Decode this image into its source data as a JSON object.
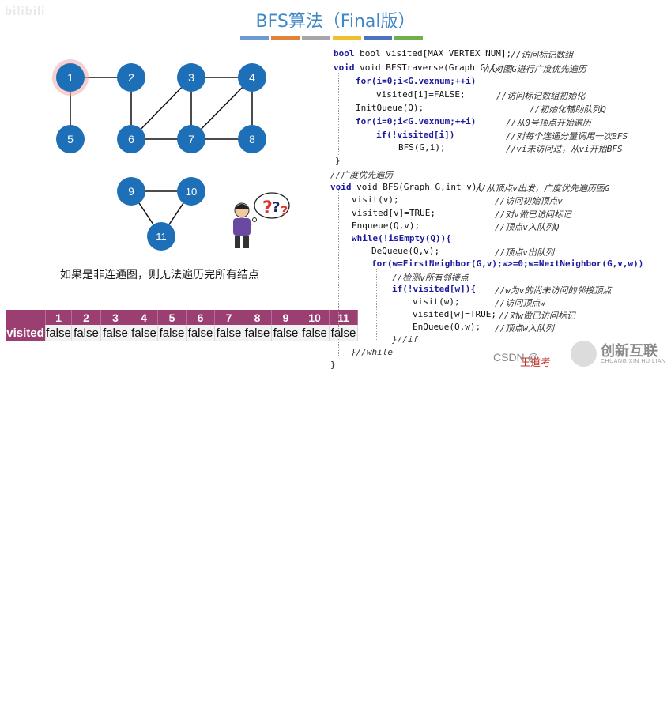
{
  "watermark_top": "bilibili",
  "title": "BFS算法（Final版）",
  "stripe_colors": [
    "#6b9bd2",
    "#e2823a",
    "#a6a6a6",
    "#f0bf2c",
    "#4a73c2",
    "#6fb04a"
  ],
  "graph": {
    "nodes": [
      "1",
      "2",
      "3",
      "4",
      "5",
      "6",
      "7",
      "8",
      "9",
      "10",
      "11"
    ],
    "highlight_node": "1",
    "node_color": "#1d70b8",
    "highlight_glow": "#f2a0a0"
  },
  "caption": "如果是非连通图，则无法遍历完所有结点",
  "visited_table": {
    "row_label": "visited",
    "indices": [
      "1",
      "2",
      "3",
      "4",
      "5",
      "6",
      "7",
      "8",
      "9",
      "10",
      "11"
    ],
    "values": [
      "false",
      "false",
      "false",
      "false",
      "false",
      "false",
      "false",
      "false",
      "false",
      "false",
      "false"
    ]
  },
  "code": {
    "l1": "bool visited[MAX_VERTEX_NUM];",
    "l1c": "//访问标记数组",
    "l2": "void BFSTraverse(Graph G){",
    "l2c": "//对图G进行广度优先遍历",
    "l3": "for(i=0;i<G.vexnum;++i)",
    "l4": "visited[i]=FALSE;",
    "l4c": "//访问标记数组初始化",
    "l5": "InitQueue(Q);",
    "l5c": "//初始化辅助队列Q",
    "l6": "for(i=0;i<G.vexnum;++i)",
    "l6c": "//从0号顶点开始遍历",
    "l7": "if(!visited[i])",
    "l7c": "//对每个连通分量调用一次BFS",
    "l8": "BFS(G,i);",
    "l8c": "//vi未访问过，从vi开始BFS",
    "l9": "}",
    "l10": "//广度优先遍历",
    "l11": "void BFS(Graph G,int v){",
    "l11c": "//从顶点v出发，广度优先遍历图G",
    "l12": "visit(v);",
    "l12c": "//访问初始顶点v",
    "l13": "visited[v]=TRUE;",
    "l13c": "//对v做已访问标记",
    "l14": "Enqueue(Q,v);",
    "l14c": "//顶点v入队列Q",
    "l15": "while(!isEmpty(Q)){",
    "l16": "DeQueue(Q,v);",
    "l16c": "//顶点v出队列",
    "l17": "for(w=FirstNeighbor(G,v);w>=0;w=NextNeighbor(G,v,w))",
    "l18": "//检测v所有邻接点",
    "l19": "if(!visited[w]){",
    "l19c": "//w为v的尚未访问的邻接顶点",
    "l20": "visit(w);",
    "l20c": "//访问顶点w",
    "l21": "visited[w]=TRUE;",
    "l21c": "//对w做已访问标记",
    "l22": "EnQueue(Q,w);",
    "l22c": "//顶点w入队列",
    "l23": "}//if",
    "l24": "}//while",
    "l25": "}"
  },
  "watermark_csdn": "CSDN @",
  "author": "王道考",
  "logo": {
    "cn": "创新互联",
    "en": "CHUANG XIN HU LIAN"
  }
}
